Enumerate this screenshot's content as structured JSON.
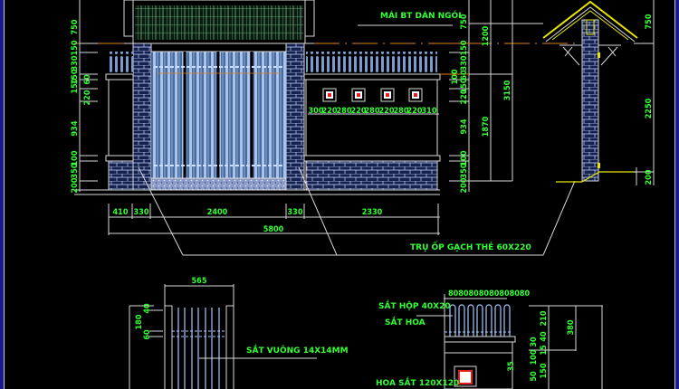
{
  "drawing": {
    "type": "CAD gate elevation drawing",
    "background": "#000000",
    "line_color": "#d8d8d8",
    "text_color": "#33ff33",
    "accent_yellow": "#e6e600",
    "accent_orange": "#e08020",
    "brick_color": "#1c2a5c"
  },
  "labels": {
    "roof_tile": "MÁI BT DÁN NGÓI",
    "column_clad": "TRỤ ỐP GẠCH THẺ 60X220",
    "box_steel": "SẮT HỘP 40X20",
    "flower_steel": "SẮT HOA",
    "square_steel": "SẮT VUÔNG 14X14MM",
    "steel_flower_box": "HOA SẮT 120X120"
  },
  "main_elevation": {
    "horizontal_dims": [
      "410",
      "330",
      "2400",
      "330",
      "2330"
    ],
    "total_width": "5800",
    "left_vertical_dims": [
      "750",
      "150",
      "330",
      "150",
      "60",
      "150",
      "220",
      "934",
      "100",
      "350",
      "200"
    ],
    "right_vertical_dims": [
      "750",
      "150",
      "330",
      "100",
      "60",
      "150",
      "220",
      "934",
      "100",
      "350",
      "200"
    ],
    "right_group_dims": [
      "1200",
      "1870"
    ],
    "overall_height": "3150",
    "window_spacing_dims": [
      "300",
      "220",
      "280",
      "220",
      "280",
      "220",
      "280",
      "220",
      "310"
    ]
  },
  "side_section": {
    "vertical_dims": [
      "750",
      "2250",
      "200"
    ]
  },
  "gate_detail": {
    "width": "565",
    "vertical_dims": [
      "180",
      "40",
      "60"
    ]
  },
  "fence_detail": {
    "top_spacing": "8080808080808080",
    "vertical_dims": [
      "210",
      "40",
      "30",
      "100",
      "15",
      "150",
      "50"
    ],
    "total_height": "380",
    "cap_dim": "35"
  }
}
